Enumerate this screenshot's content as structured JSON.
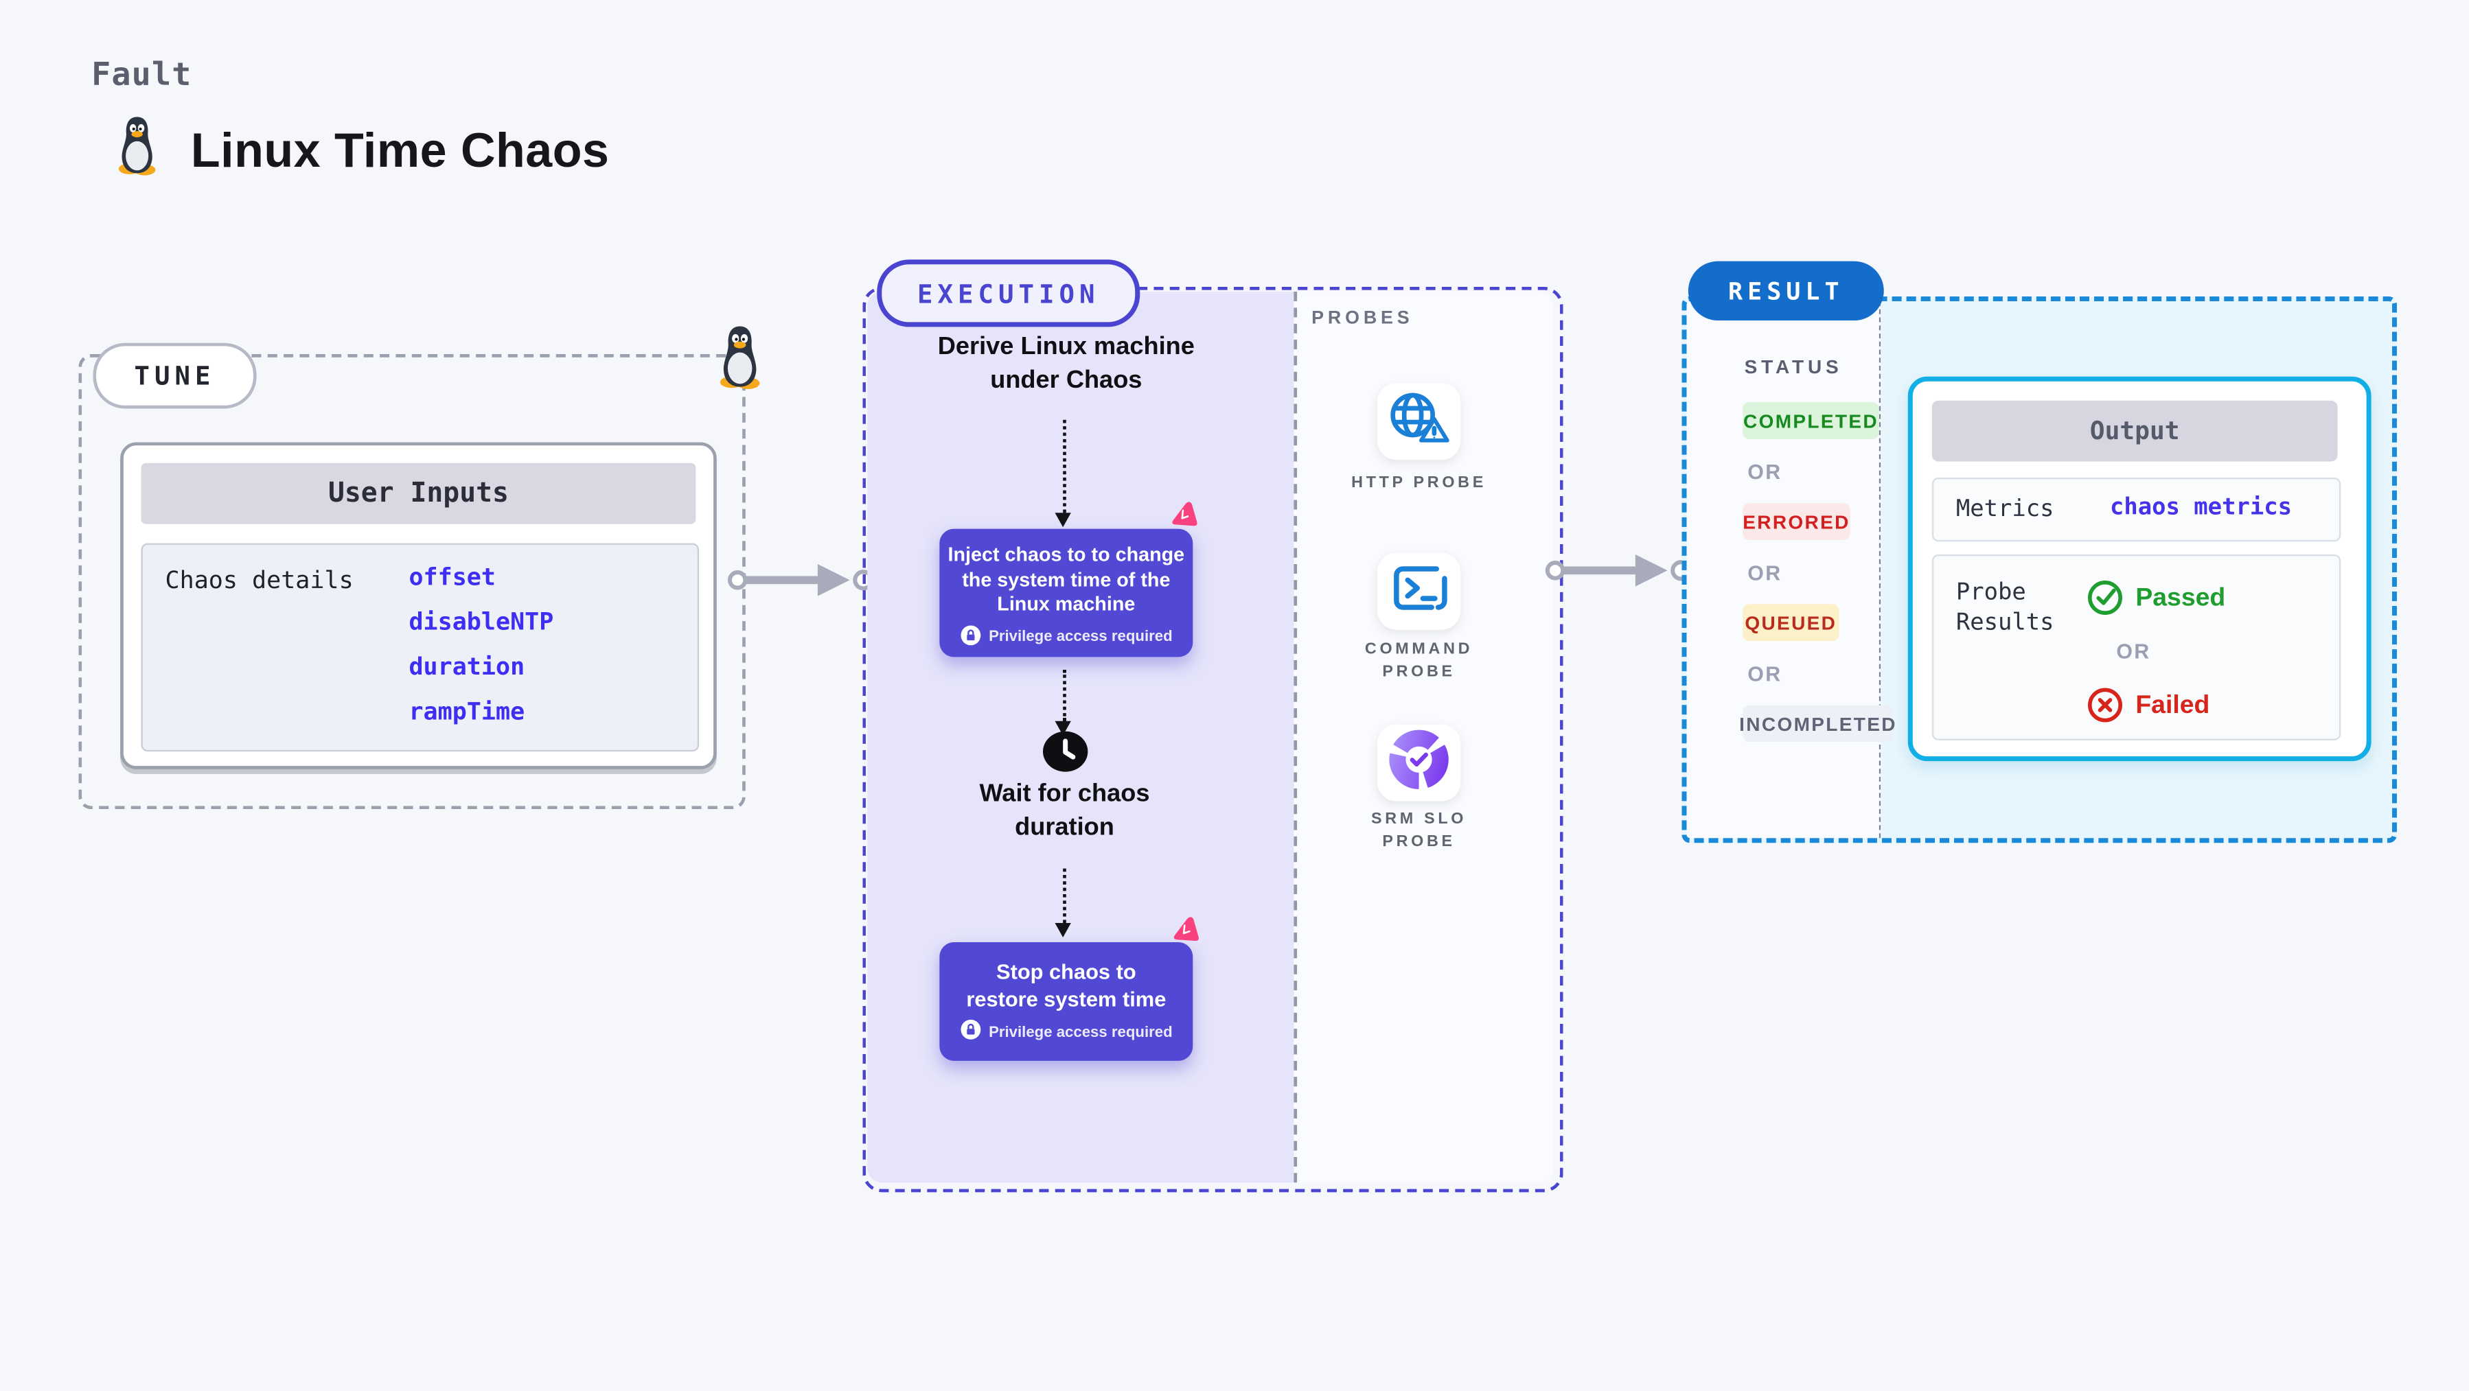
{
  "header": {
    "kicker": "Fault",
    "title": "Linux Time Chaos"
  },
  "tune": {
    "label": "TUNE",
    "card_title": "User Inputs",
    "row_label": "Chaos details",
    "inputs": [
      "offset",
      "disableNTP",
      "duration",
      "rampTime"
    ]
  },
  "execution": {
    "label": "EXECUTION",
    "derive_text": "Derive Linux machine\nunder Chaos",
    "inject_title": "Inject chaos to to change\nthe system time of the\nLinux machine",
    "privilege_note": "Privilege access required",
    "wait_text": "Wait for chaos\nduration",
    "stop_title": "Stop chaos to\nrestore system time"
  },
  "probes": {
    "label": "PROBES",
    "items": [
      {
        "name": "HTTP PROBE"
      },
      {
        "name": "COMMAND PROBE"
      },
      {
        "name": "SRM SLO PROBE"
      }
    ]
  },
  "result": {
    "label": "RESULT",
    "status_label": "STATUS",
    "or_label": "OR",
    "statuses": [
      {
        "text": "COMPLETED",
        "fg": "#178a1f",
        "bg": "#dcf3dc"
      },
      {
        "text": "ERRORED",
        "fg": "#d21f1f",
        "bg": "#fbe9e9"
      },
      {
        "text": "QUEUED",
        "fg": "#ba2a1e",
        "bg": "#fcf0c9"
      },
      {
        "text": "INCOMPLETED",
        "fg": "#5f6476",
        "bg": "#eef0f7"
      }
    ],
    "output": {
      "title": "Output",
      "metrics_label": "Metrics",
      "metrics_value": "chaos metrics",
      "probe_results_label": "Probe\nResults",
      "passed_label": "Passed",
      "failed_label": "Failed"
    }
  },
  "colors": {
    "accent_indigo": "#4a45d1",
    "purple_step": "#5149d3",
    "link_blue": "#3d2ef2",
    "result_blue": "#1989d8",
    "output_border": "#12aee6",
    "passed_green": "#1f9d2f",
    "failed_red": "#d7251c",
    "pink_badge": "#f8417e",
    "probe_icon_blue": "#1a7fd6",
    "lavender": "#e5e4fa"
  }
}
